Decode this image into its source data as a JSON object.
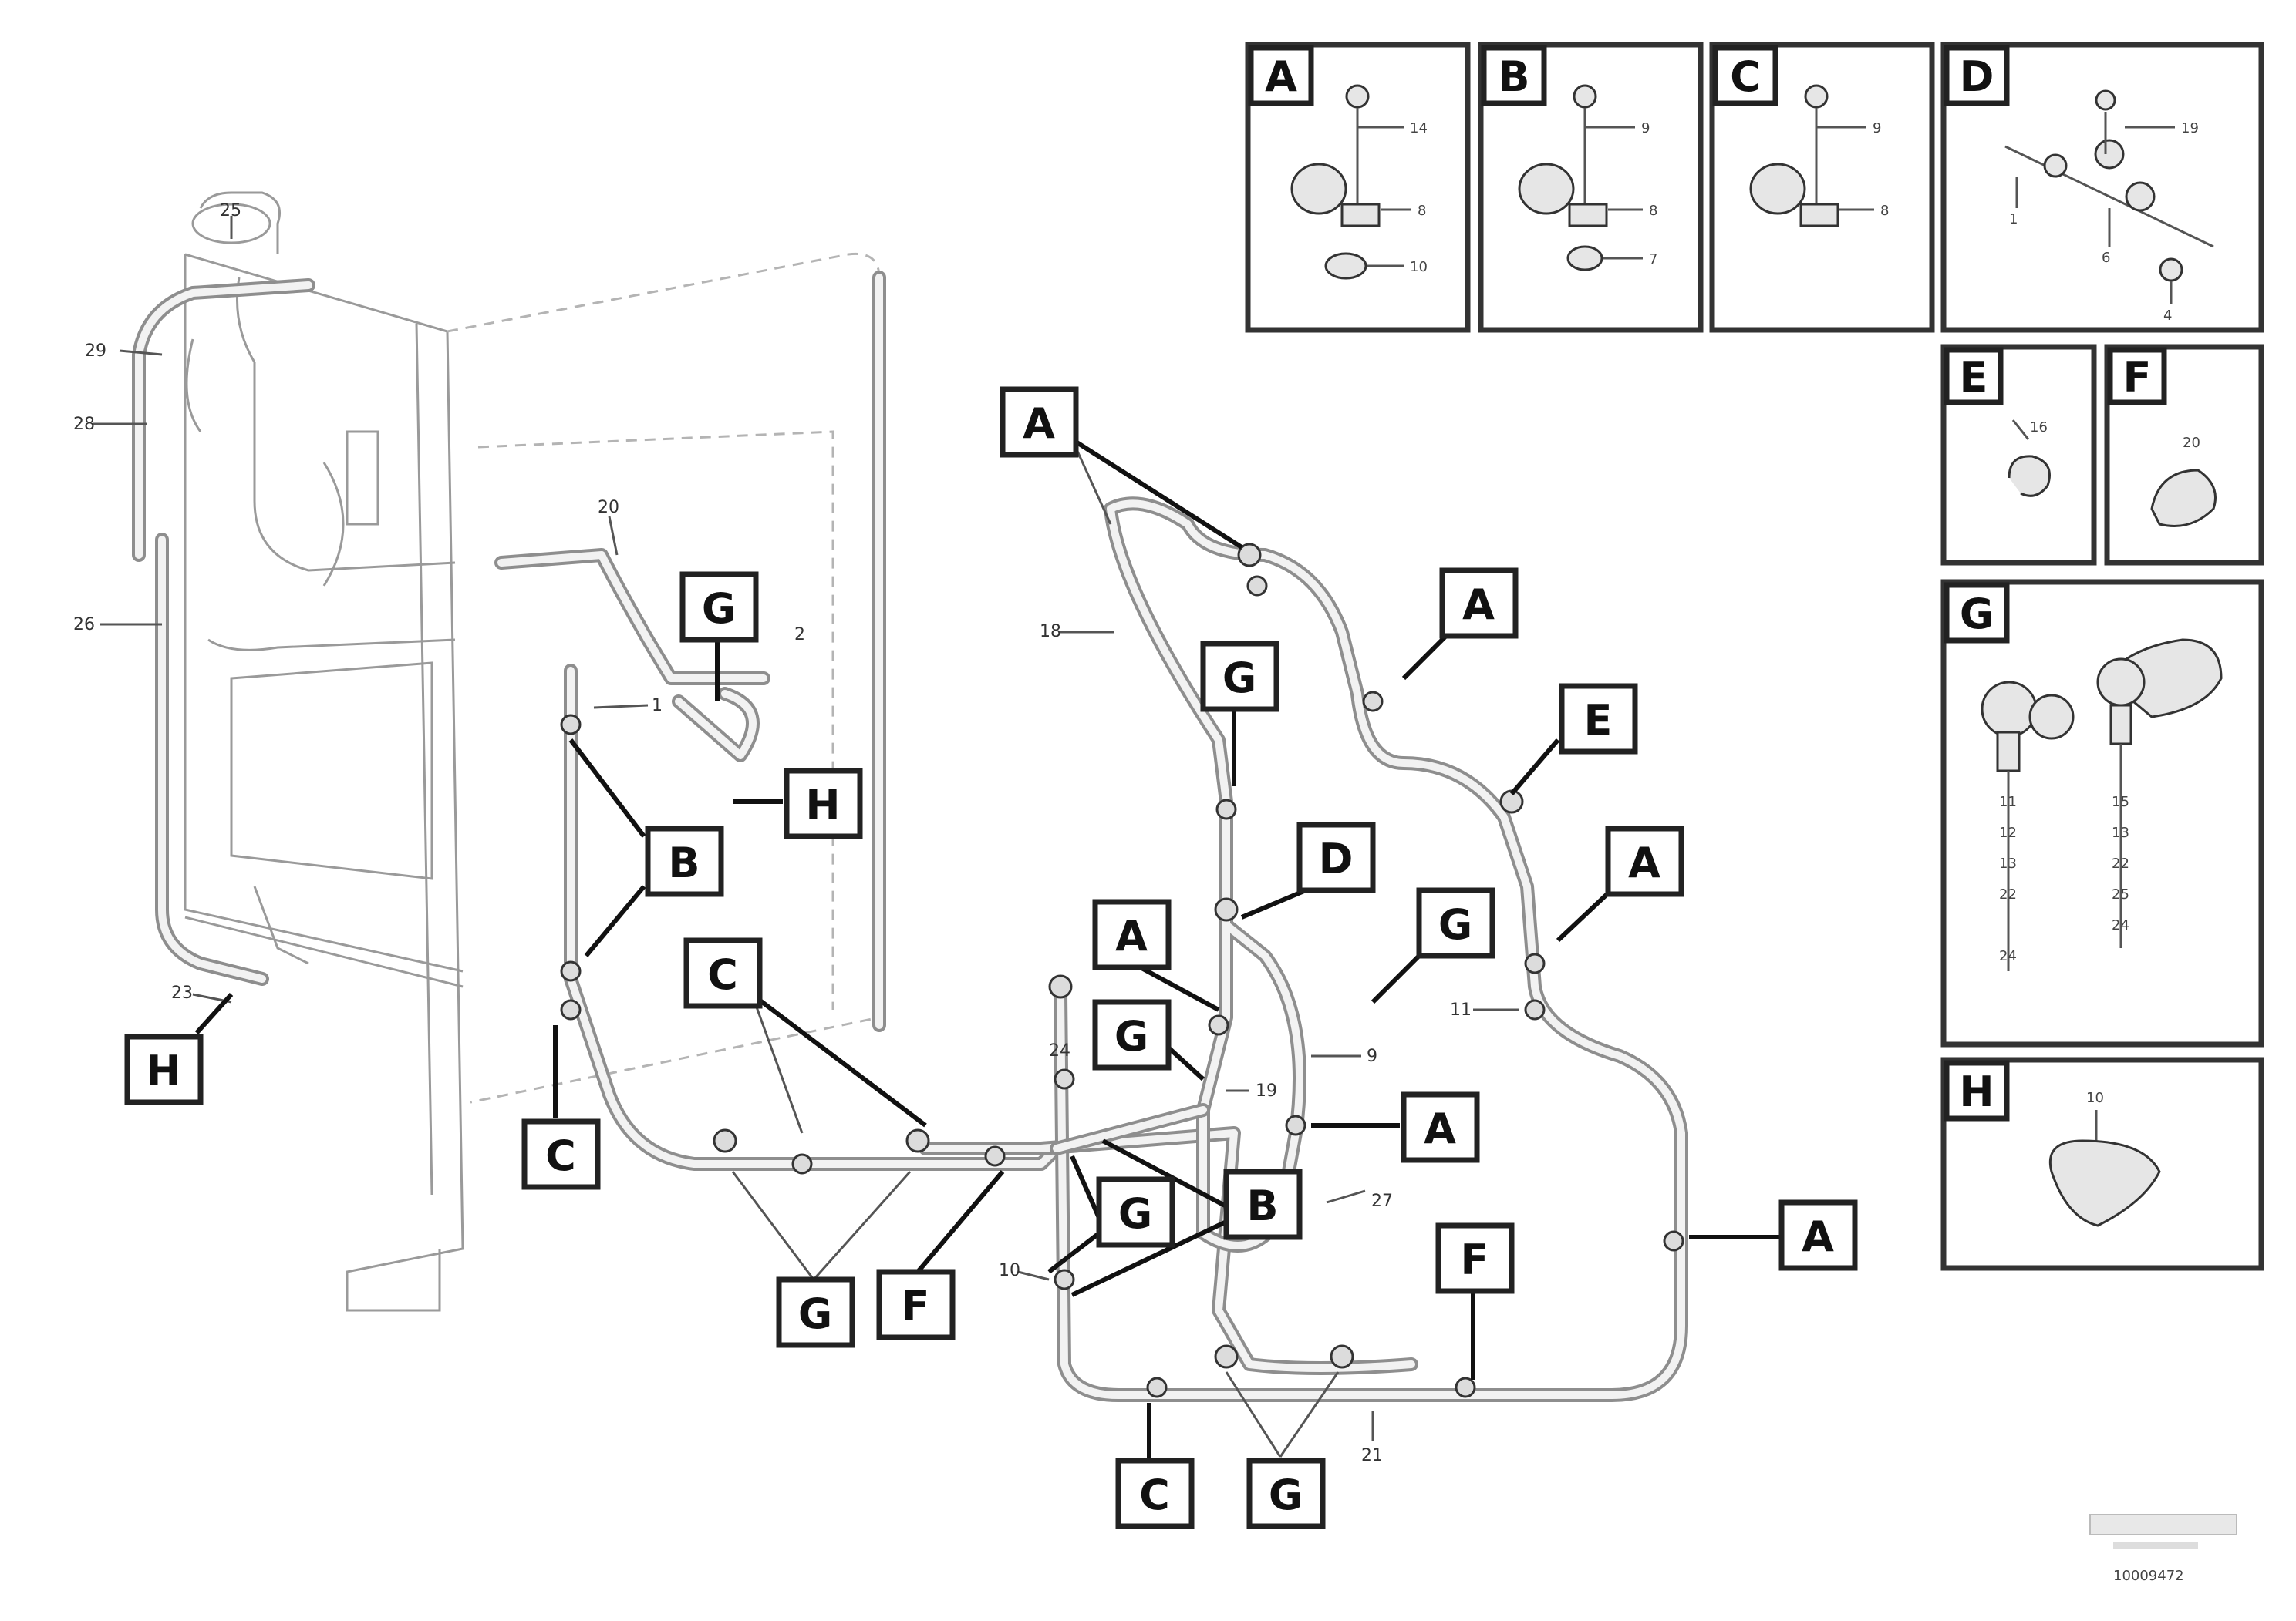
{
  "main_tags": [
    {
      "id": "A1",
      "letter": "A"
    },
    {
      "id": "A2",
      "letter": "A"
    },
    {
      "id": "A3",
      "letter": "A"
    },
    {
      "id": "A4",
      "letter": "A"
    },
    {
      "id": "A5",
      "letter": "A"
    },
    {
      "id": "A6",
      "letter": "A"
    },
    {
      "id": "B1",
      "letter": "B"
    },
    {
      "id": "B2",
      "letter": "B"
    },
    {
      "id": "C1",
      "letter": "C"
    },
    {
      "id": "C2",
      "letter": "C"
    },
    {
      "id": "C3",
      "letter": "C"
    },
    {
      "id": "D1",
      "letter": "D"
    },
    {
      "id": "E1",
      "letter": "E"
    },
    {
      "id": "F1",
      "letter": "F"
    },
    {
      "id": "F2",
      "letter": "F"
    },
    {
      "id": "G1",
      "letter": "G"
    },
    {
      "id": "G2",
      "letter": "G"
    },
    {
      "id": "G3",
      "letter": "G"
    },
    {
      "id": "G4",
      "letter": "G"
    },
    {
      "id": "G5",
      "letter": "G"
    },
    {
      "id": "G6",
      "letter": "G"
    },
    {
      "id": "G7",
      "letter": "G"
    },
    {
      "id": "H1",
      "letter": "H"
    },
    {
      "id": "H2",
      "letter": "H"
    }
  ],
  "part_numbers": [
    "25",
    "29",
    "28",
    "26",
    "23",
    "20",
    "1",
    "2",
    "18",
    "11",
    "9",
    "19",
    "24",
    "27",
    "21",
    "10"
  ],
  "detail_panels": [
    {
      "id": "A",
      "letter": "A",
      "callouts": [
        "14",
        "8",
        "10"
      ]
    },
    {
      "id": "B",
      "letter": "B",
      "callouts": [
        "9",
        "8",
        "7"
      ]
    },
    {
      "id": "C",
      "letter": "C",
      "callouts": [
        "9",
        "8"
      ]
    },
    {
      "id": "D",
      "letter": "D",
      "callouts": [
        "19",
        "1",
        "6",
        "4"
      ]
    },
    {
      "id": "E",
      "letter": "E",
      "callouts": [
        "16"
      ]
    },
    {
      "id": "F",
      "letter": "F",
      "callouts": [
        "20"
      ]
    },
    {
      "id": "G",
      "letter": "G",
      "callouts": [
        "11",
        "12",
        "13",
        "22",
        "24",
        "15",
        "13",
        "22",
        "25",
        "24"
      ]
    },
    {
      "id": "H",
      "letter": "H",
      "callouts": [
        "10"
      ]
    }
  ],
  "footer": {
    "ref": "10009472"
  }
}
